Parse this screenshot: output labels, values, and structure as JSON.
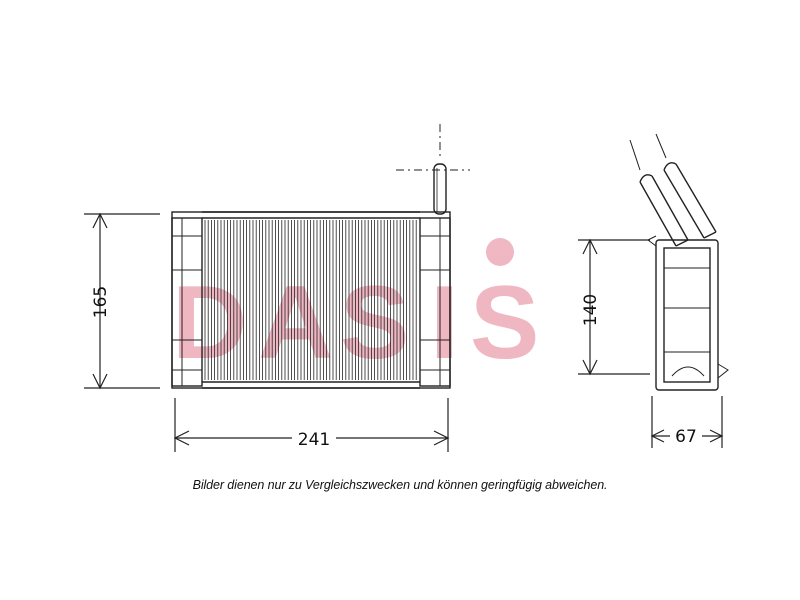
{
  "dimensions": {
    "height_front": "165",
    "width_front": "241",
    "height_side": "140",
    "depth_side": "67"
  },
  "watermark": {
    "letters": [
      "D",
      "A",
      "S",
      "I",
      "S"
    ],
    "prefix": "",
    "color_main": "#e8a6b2",
    "color_accent": "#4a5fb0"
  },
  "caption": "Bilder dienen nur zu Vergleichszwecken und können geringfügig abweichen."
}
